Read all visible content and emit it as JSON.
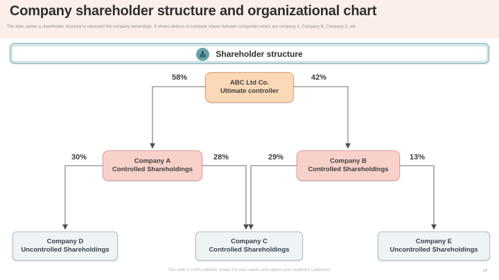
{
  "slide": {
    "title": "Company shareholder structure and organizational chart",
    "subtitle": "The slide carries a shareholder structure to represent the company ownerships. It shows division of company shares between companies which are company A, Company B, Company C, etc",
    "footer_note": "This slide is 100% editable. Adapt it to your needs and capture your audience's attention.",
    "page_number": "14"
  },
  "banner": {
    "label": "Shareholder structure",
    "icon": "people-group-icon"
  },
  "chart_data": {
    "type": "org-chart",
    "title": "Shareholder structure",
    "nodes": {
      "abc": {
        "line1": "ABC Ltd Co.",
        "line2": "Ultimate controller",
        "level": 1
      },
      "companyA": {
        "line1": "Company A",
        "line2": "Controlled Shareholdings",
        "level": 2
      },
      "companyB": {
        "line1": "Company B",
        "line2": "Controlled Shareholdings",
        "level": 2
      },
      "companyD": {
        "line1": "Company D",
        "line2": "Uncontrolled Shareholdings",
        "level": 3
      },
      "companyC": {
        "line1": "Company C",
        "line2": "Controlled Shareholdings",
        "level": 3
      },
      "companyE": {
        "line1": "Company E",
        "line2": "Uncontrolled Shareholdings",
        "level": 3
      }
    },
    "edges": [
      {
        "from": "ABC Ltd Co.",
        "to": "Company A",
        "share": "58%"
      },
      {
        "from": "ABC Ltd Co.",
        "to": "Company B",
        "share": "42%"
      },
      {
        "from": "Company A",
        "to": "Company D",
        "share": "30%"
      },
      {
        "from": "Company A",
        "to": "Company C",
        "share": "28%"
      },
      {
        "from": "Company B",
        "to": "Company C",
        "share": "29%"
      },
      {
        "from": "Company B",
        "to": "Company E",
        "share": "13%"
      }
    ]
  },
  "colors": {
    "title_area_bg": "#fcefe9",
    "banner_border": "#85b4b6",
    "banner_fill": "#d3e4e4",
    "banner_icon_bg": "#6ba2a7",
    "root_node_fill": "#fbd8b6",
    "root_node_border": "#dfa277",
    "controlled_node_fill": "#f9d1cb",
    "controlled_node_border": "#d9a09b",
    "uncontrolled_node_fill": "#eef3f5",
    "uncontrolled_node_border": "#b5bfc4",
    "connector": "#8a8a8a"
  }
}
